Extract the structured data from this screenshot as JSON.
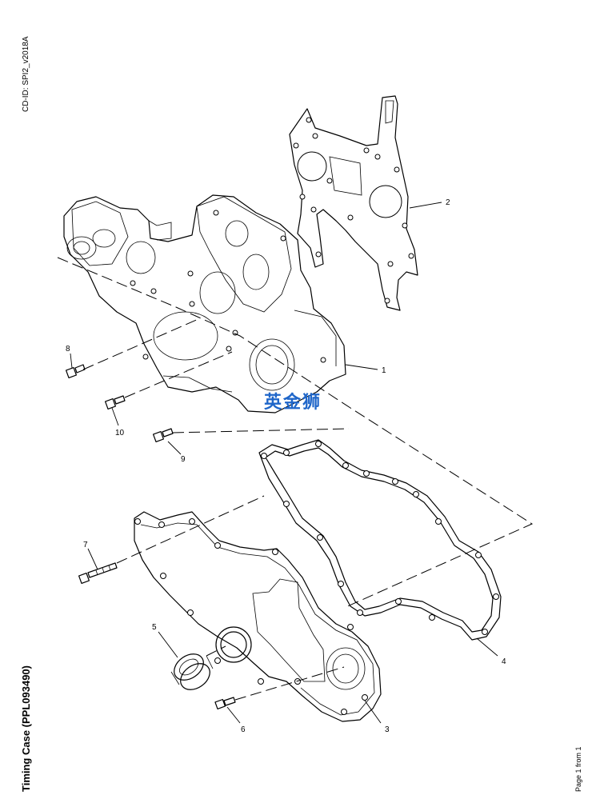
{
  "doc_id": "CD-ID: SPI2_v2018A",
  "title": "Timing Case (PPL093490)",
  "page_info": "Page 1 from 1",
  "watermark": "英金狮",
  "callouts": [
    "1",
    "2",
    "3",
    "4",
    "5",
    "6",
    "7",
    "8",
    "9",
    "10"
  ]
}
